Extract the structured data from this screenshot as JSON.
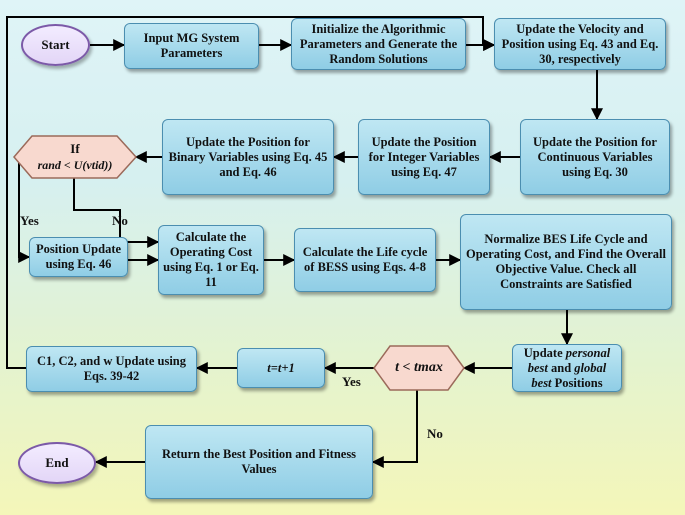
{
  "nodes": {
    "start": "Start",
    "input_params": "Input MG System Parameters",
    "initialize": "Initialize the Algorithmic Parameters and Generate the Random Solutions",
    "update_velocity": "Update the Velocity and Position using Eq. 43 and Eq. 30, respectively",
    "update_continuous": "Update the Position for Continuous Variables using Eq. 30",
    "update_integer": "Update the Position for Integer Variables using Eq. 47",
    "update_binary": "Update the Position for Binary Variables using Eq. 45 and Eq. 46",
    "position_update": "Position Update using Eq. 46",
    "operating_cost": "Calculate the Operating Cost using Eq. 1 or Eq. 11",
    "life_cycle": "Calculate the Life cycle of BESS using Eqs. 4-8",
    "normalize": "Normalize BES Life Cycle and Operating Cost, and Find the Overall Objective Value. Check all Constraints are Satisfied",
    "update_best": {
      "pre": "Update ",
      "personal": "personal best",
      "mid": " and ",
      "global": "global best",
      "post": " Positions"
    },
    "increment": "t=t+1",
    "coeff_update": "C1, C2, and w Update using Eqs. 39-42",
    "return_best": "Return the Best Position and Fitness Values",
    "end": "End"
  },
  "decisions": {
    "binary": {
      "title": "If",
      "expr": "rand < U(vtid))"
    },
    "iteration": {
      "expr": "t < tmax"
    }
  },
  "labels": {
    "yes_left": "Yes",
    "no_left": "No",
    "yes_bottom": "Yes",
    "no_bottom": "No"
  },
  "colors": {
    "process_fill": "#a9dcef",
    "process_border": "#4b8eb0",
    "terminal_fill": "#ebe1fa",
    "terminal_border": "#7c5aa8",
    "decision_fill": "#f8d9cf",
    "decision_border": "#9b6a5a"
  }
}
